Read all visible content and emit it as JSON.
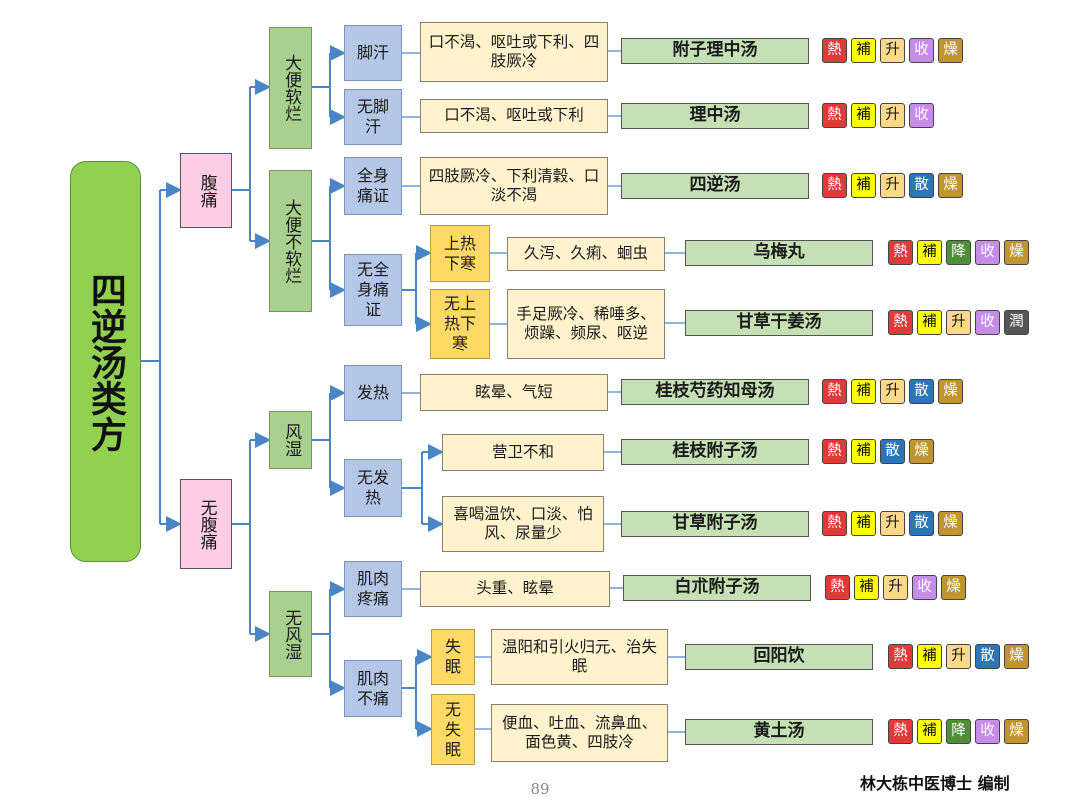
{
  "root": {
    "label": "四逆汤类方"
  },
  "level1": [
    {
      "id": "abd-pain",
      "label": "腹痛"
    },
    {
      "id": "no-abd-pain",
      "label": "无腹痛"
    }
  ],
  "level2": [
    {
      "id": "loose-stool",
      "label": "大便软烂"
    },
    {
      "id": "not-loose-stool",
      "label": "大便不软烂"
    },
    {
      "id": "wind-damp",
      "label": "风湿"
    },
    {
      "id": "no-wind-damp",
      "label": "无风湿"
    }
  ],
  "level3": [
    {
      "id": "foot-sweat",
      "label": "脚汗"
    },
    {
      "id": "no-foot-sweat",
      "label": "无脚汗"
    },
    {
      "id": "body-pain",
      "label": "全身痛证"
    },
    {
      "id": "no-body-pain",
      "label": "无全身痛证"
    },
    {
      "id": "fever",
      "label": "发热"
    },
    {
      "id": "no-fever",
      "label": "无发热"
    },
    {
      "id": "muscle-pain",
      "label": "肌肉疼痛"
    },
    {
      "id": "muscle-no-pain",
      "label": "肌肉不痛"
    }
  ],
  "level4": [
    {
      "id": "upper-heat",
      "label": "上热下寒"
    },
    {
      "id": "no-upper-heat",
      "label": "无上热下寒"
    },
    {
      "id": "insomnia",
      "label": "失眠"
    },
    {
      "id": "no-insomnia",
      "label": "无失眠"
    }
  ],
  "legend_tags": {
    "heat": "熱",
    "tonify": "補",
    "raise": "升",
    "astringe": "收",
    "dry": "燥",
    "disperse": "散",
    "descend": "降",
    "moisten": "潤"
  },
  "rows": [
    {
      "symptom": "口不渴、呕吐或下利、四肢厥冷",
      "formula": "附子理中汤",
      "tags": [
        "heat",
        "tonify",
        "raise",
        "astringe",
        "dry"
      ]
    },
    {
      "symptom": "口不渴、呕吐或下利",
      "formula": "理中汤",
      "tags": [
        "heat",
        "tonify",
        "raise",
        "astringe"
      ]
    },
    {
      "symptom": "四肢厥冷、下利清穀、口淡不渴",
      "formula": "四逆汤",
      "tags": [
        "heat",
        "tonify",
        "raise",
        "disperse",
        "dry"
      ]
    },
    {
      "symptom": "久泻、久痢、蛔虫",
      "formula": "乌梅丸",
      "tags": [
        "heat",
        "tonify",
        "descend",
        "astringe",
        "dry"
      ]
    },
    {
      "symptom": "手足厥冷、稀唾多、烦躁、频尿、呕逆",
      "formula": "甘草干姜汤",
      "tags": [
        "heat",
        "tonify",
        "raise",
        "astringe",
        "moisten"
      ]
    },
    {
      "symptom": "眩晕、气短",
      "formula": "桂枝芍药知母汤",
      "tags": [
        "heat",
        "tonify",
        "raise",
        "disperse",
        "dry"
      ]
    },
    {
      "symptom": "营卫不和",
      "formula": "桂枝附子汤",
      "tags": [
        "heat",
        "tonify",
        "disperse",
        "dry"
      ]
    },
    {
      "symptom": "喜喝温饮、口淡、怕风、尿量少",
      "formula": "甘草附子汤",
      "tags": [
        "heat",
        "tonify",
        "raise",
        "disperse",
        "dry"
      ]
    },
    {
      "symptom": "头重、眩晕",
      "formula": "白朮附子汤",
      "tags": [
        "heat",
        "tonify",
        "raise",
        "astringe",
        "dry"
      ]
    },
    {
      "symptom": "温阳和引火归元、治失眠",
      "formula": "回阳饮",
      "tags": [
        "heat",
        "tonify",
        "raise",
        "disperse",
        "dry"
      ]
    },
    {
      "symptom": "便血、吐血、流鼻血、面色黄、四肢冷",
      "formula": "黄土汤",
      "tags": [
        "heat",
        "tonify",
        "descend",
        "astringe",
        "dry"
      ]
    }
  ],
  "footer": {
    "page_number": "89",
    "credit": "林大栋中医博士 编制"
  },
  "colors": {
    "connector": "#4a86c5",
    "root_fill": "#92d050",
    "pink_fill": "#fccde5",
    "green_fill": "#a9d08e",
    "blue_fill": "#b4c7e7",
    "gold_fill": "#ffd966",
    "cream_fill": "#fff2cc",
    "formula_fill": "#c5e0b4"
  }
}
